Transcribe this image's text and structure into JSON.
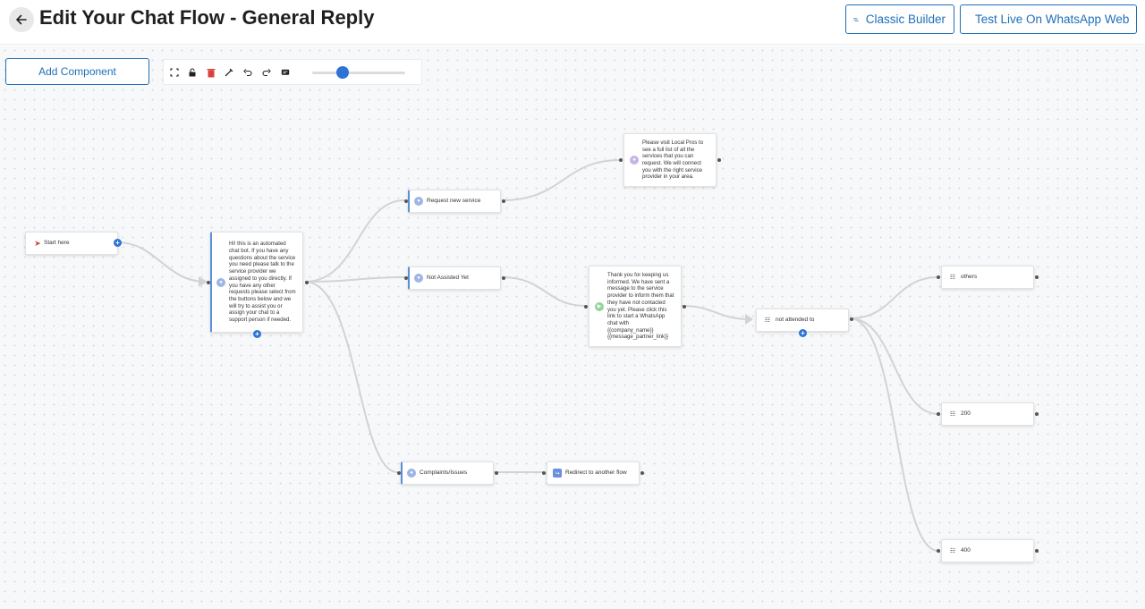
{
  "header": {
    "title": "Edit Your Chat Flow - General Reply",
    "classic_builder_label": "Classic Builder",
    "test_whatsapp_label": "Test Live On WhatsApp Web"
  },
  "canvas": {
    "add_component_label": "Add Component",
    "zoom_level": 0.33
  },
  "nodes": {
    "start": "Start here",
    "greeting": "Hi! this is an automated chat bot. If you have any questions about the service you need please talk to the service provider we assigned to you directly. If you have any other requests please select from the buttons below and we will try to assist you or assign your chat to a support person if needed.",
    "request_new_service": "Request new service",
    "local_pros_message": "Please visit Local Pros to see a full list of all the services that you can request. We will connect you with the right service provider in your area.",
    "not_assisted_yet": "Not Assisted Yet",
    "informed_message": "Thank you for keeping us informed. We have sent a message to the service provider to inform them that they have not contacted you yet. Please click this link to start a WhatsApp chat with {{company_name}} {{message_partner_link}}",
    "not_attended_to": "not attended to",
    "others": "others",
    "status_200": "200",
    "status_400": "400",
    "complaints": "Complaints/Issues",
    "redirect": "Redirect to another flow"
  },
  "colors": {
    "accent": "#1f6fb8",
    "slider": "#2d73d6",
    "edge": "#d3d3d3"
  },
  "icons": {
    "back": "arrow-left-icon",
    "classic": "list-lines-icon",
    "whatsapp": "whatsapp-icon"
  }
}
